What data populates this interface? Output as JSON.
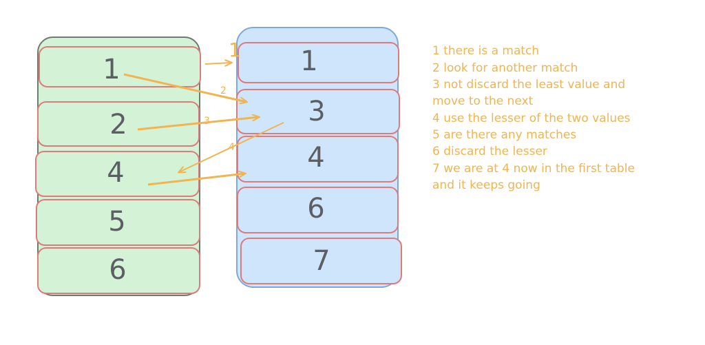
{
  "left_table": {
    "cells": [
      "1",
      "2",
      "4",
      "5",
      "6"
    ]
  },
  "right_table": {
    "cells": [
      "1",
      "3",
      "4",
      "6",
      "7"
    ]
  },
  "step_labels": [
    "1",
    "2",
    "3",
    "4"
  ],
  "notes": [
    "1 there is a match",
    "2 look for another match",
    "3 not discard the least value and",
    "move to the next",
    "4 use the lesser of the two values",
    "5 are there any matches",
    "6 discard the lesser",
    "7 we are at 4 now in the first table",
    "and it keeps going"
  ],
  "colors": {
    "left_fill": "#d4f2d6",
    "left_border": "#6f7a70",
    "right_fill": "#cfe5fb",
    "right_border": "#7ea7dc",
    "cell_border": "#e07a7a",
    "arrow": "#f0b450",
    "number": "#5b5f64"
  }
}
